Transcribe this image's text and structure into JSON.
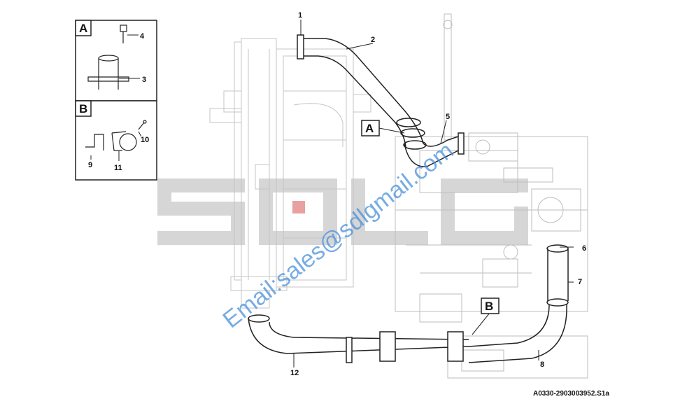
{
  "colors": {
    "line": "#222222",
    "engine": "#bdbdbd",
    "watermark_logo": "#d3d3d3",
    "watermark_text": "#4a90d9",
    "logo_dot": "#e8a0a0"
  },
  "detail_boxes": [
    {
      "letter": "A",
      "parts": [
        "4",
        "3"
      ]
    },
    {
      "letter": "B",
      "parts": [
        "10",
        "9",
        "11"
      ]
    }
  ],
  "callouts": {
    "A": "A",
    "B": "B"
  },
  "part_numbers": [
    "1",
    "2",
    "5",
    "6",
    "7",
    "8",
    "12"
  ],
  "watermark": {
    "logo_text": "SDLG",
    "email": "Email:sales@sdlgmail.com"
  },
  "reference_code": "A0330-2903003952.S1a"
}
